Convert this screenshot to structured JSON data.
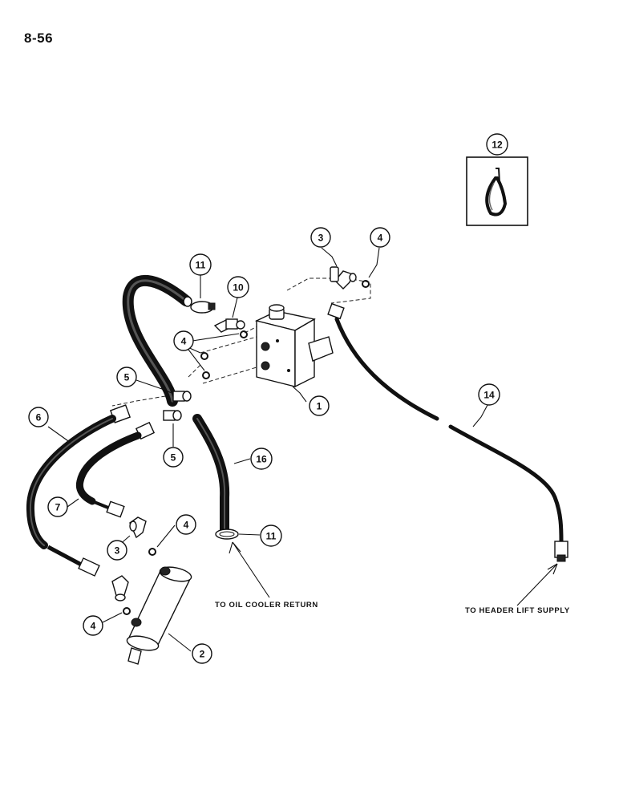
{
  "page_number": "8-56",
  "destinations": {
    "oil_cooler_return": "TO OIL COOLER RETURN",
    "header_lift_supply": "TO HEADER LIFT SUPPLY"
  },
  "callouts": [
    {
      "id": "c12",
      "label": "12"
    },
    {
      "id": "c3a",
      "label": "3"
    },
    {
      "id": "c4a",
      "label": "4"
    },
    {
      "id": "c11a",
      "label": "11"
    },
    {
      "id": "c10",
      "label": "10"
    },
    {
      "id": "c4b",
      "label": "4"
    },
    {
      "id": "c1",
      "label": "1"
    },
    {
      "id": "c5a",
      "label": "5"
    },
    {
      "id": "c5b",
      "label": "5"
    },
    {
      "id": "c6",
      "label": "6"
    },
    {
      "id": "c16",
      "label": "16"
    },
    {
      "id": "c14",
      "label": "14"
    },
    {
      "id": "c7",
      "label": "7"
    },
    {
      "id": "c4c",
      "label": "4"
    },
    {
      "id": "c3b",
      "label": "3"
    },
    {
      "id": "c11b",
      "label": "11"
    },
    {
      "id": "c4d",
      "label": "4"
    },
    {
      "id": "c2",
      "label": "2"
    }
  ]
}
